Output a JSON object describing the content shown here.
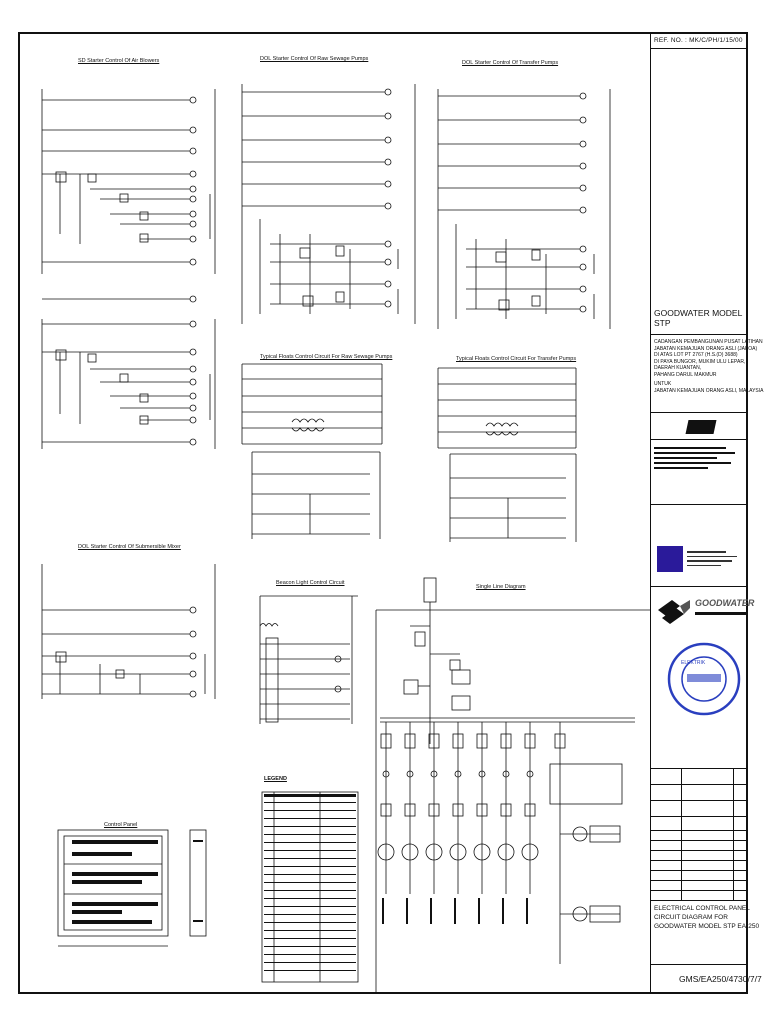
{
  "titles": {
    "air_blowers": "SD Starter Control Of Air Blowers",
    "raw_sewage": "DOL Starter Control Of Raw Sewage Pumps",
    "transfer": "DOL Starter Control Of Transfer Pumps",
    "float_raw": "Typical Floats Control Circuit For Raw Sewage Pumps",
    "float_transfer": "Typical Floats Control Circuit For Transfer Pumps",
    "submersible": "DOL Starter Control Of Submersible Mixer",
    "beacon": "Beacon Light Control Circuit",
    "single_line": "Single Line Diagram",
    "control_panel": "Control Panel",
    "legend": "LEGEND"
  },
  "title_block": {
    "ref_no": "REF. NO. : MK/C/PH/1/15/00",
    "project_title": "GOODWATER MODEL STP",
    "location_lines": [
      "CADANGAN PEMBANGUNAN PUSAT LATIHAN",
      "JABATAN KEMAJUAN ORANG ASLI (JAKOA)",
      "DI ATAS LOT PT 2767 (H.S.(D) 3688)",
      "DI PAYA BUNGOR, MUKIM ULU LEPAR,",
      "DAERAH KUANTAN,",
      "PAHANG DARUL MAKMUR"
    ],
    "for_label": "UNTUK",
    "client_line": "JABATAN KEMAJUAN ORANG ASLI, MALAYSIA",
    "company_name": "GOODWATER",
    "stamp_text": "ELEKTRIK",
    "drawing_title_lines": [
      "ELECTRICAL CONTROL PANEL",
      "CIRCUIT DIAGRAM FOR",
      "GOODWATER MODEL STP EA-250"
    ],
    "drawing_no": "GMS/EA250/4730/7/7"
  }
}
